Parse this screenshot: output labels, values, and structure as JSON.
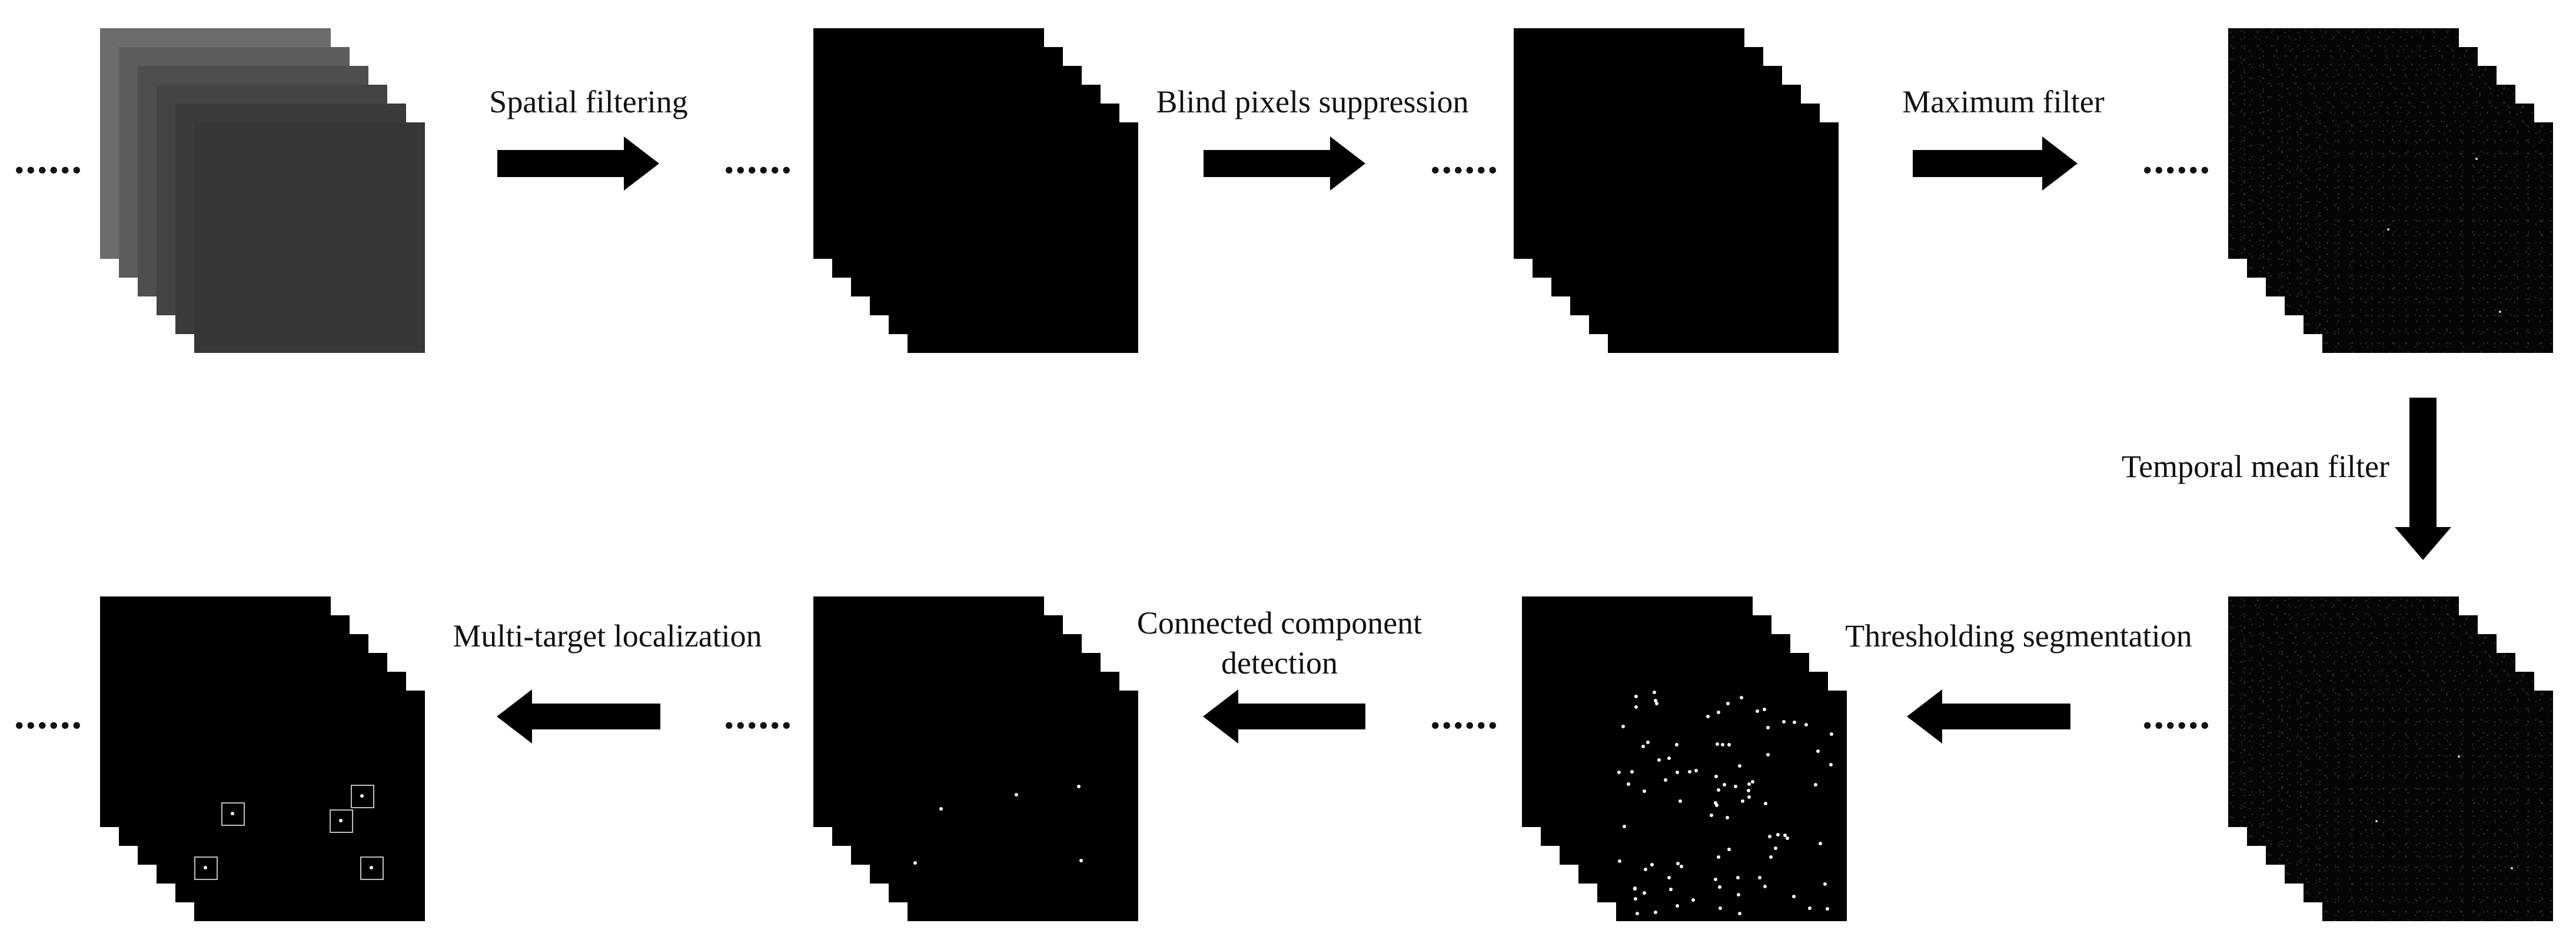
{
  "steps": {
    "spatial_filtering": "Spatial filtering",
    "blind_pixels": "Blind pixels suppression",
    "maximum_filter": "Maximum filter",
    "temporal_mean": "Temporal mean filter",
    "thresholding": "Thresholding segmentation",
    "connected_line1": "Connected component",
    "connected_line2": "detection",
    "localization": "Multi-target localization"
  },
  "ellipsis": "......",
  "colors": {
    "arrow": "#000000",
    "frame": "#000000",
    "text": "#111111"
  }
}
